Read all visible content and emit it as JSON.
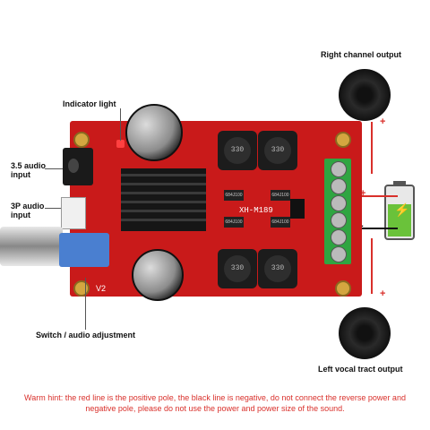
{
  "labels": {
    "right_channel_output": "Right channel output",
    "indicator_light": "Indicator light",
    "audio_35_input": "3.5 audio\ninput",
    "audio_3p_input": "3P audio\ninput",
    "switch_audio_adjustment": "Switch / audio adjustment",
    "left_vocal_output": "Left vocal tract output"
  },
  "board": {
    "model": "XH-M189",
    "version": "V2",
    "inductor_marking": "330",
    "resistor_marking": "684J100"
  },
  "polarity": {
    "minus": "-",
    "plus": "+"
  },
  "warning": "Warm hint: the red line is the positive pole, the black line is negative, do not connect the reverse power and negative pole, please do not use the power and power size of the sound.",
  "colors": {
    "board": "#c91a1a",
    "terminal": "#2fa541",
    "warning_text": "#d9302b",
    "battery": "#6ac23a"
  }
}
